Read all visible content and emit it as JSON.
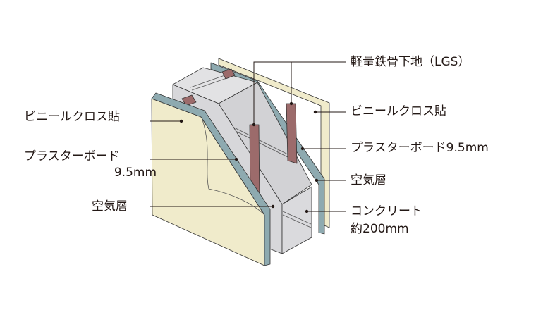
{
  "colors": {
    "panel": "#f0ebcb",
    "board": "#8eaab0",
    "concrete": "#d7d7da",
    "stud": "#9c6b6b",
    "line": "#231815"
  },
  "labels_left": {
    "vinyl": "ビニールクロス貼",
    "plaster": "プラスターボード",
    "plaster_thickness": "9.5mm",
    "air": "空気層"
  },
  "labels_right": {
    "lgs": "軽量鉄骨下地（LGS）",
    "vinyl": "ビニールクロス貼",
    "plaster": "プラスターボード9.5mm",
    "air": "空気層",
    "concrete": "コンクリート",
    "concrete_thickness": "約200mm"
  }
}
